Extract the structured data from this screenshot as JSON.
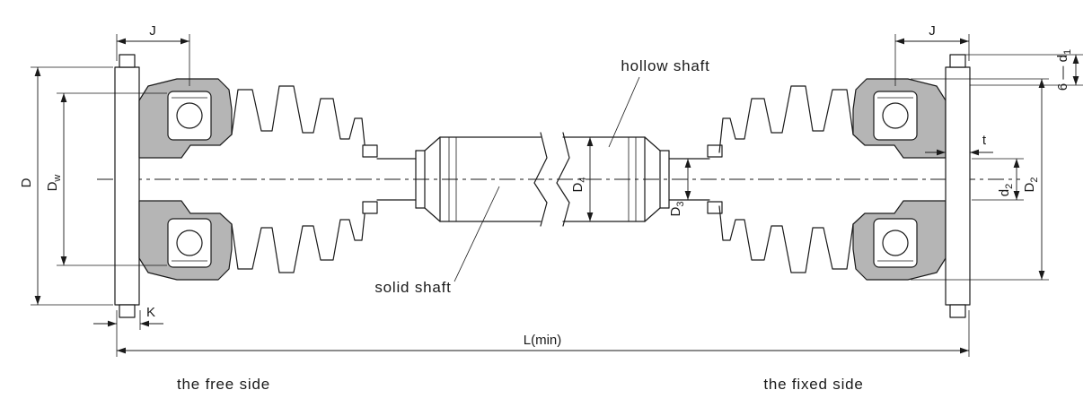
{
  "diagram": {
    "labels": {
      "hollow_shaft": "hollow shaft",
      "solid_shaft": "solid shaft",
      "free_side": "the free side",
      "fixed_side": "the fixed side"
    },
    "dimensions": {
      "J_left": "J",
      "J_right": "J",
      "bolt_holes": {
        "base": "6 — d",
        "sub": "1"
      },
      "D": "D",
      "Dw": {
        "base": "D",
        "sub": "w"
      },
      "D4": {
        "base": "D",
        "sub": "4"
      },
      "D3": {
        "base": "D",
        "sub": "3"
      },
      "d2": {
        "base": "d",
        "sub": "2"
      },
      "D2": {
        "base": "D",
        "sub": "2"
      },
      "t": "t",
      "K": "K",
      "L_min": "L(min)"
    },
    "colors": {
      "housing_fill": "#b5b5b5",
      "line": "#1a1a1a",
      "background": "#ffffff"
    }
  }
}
